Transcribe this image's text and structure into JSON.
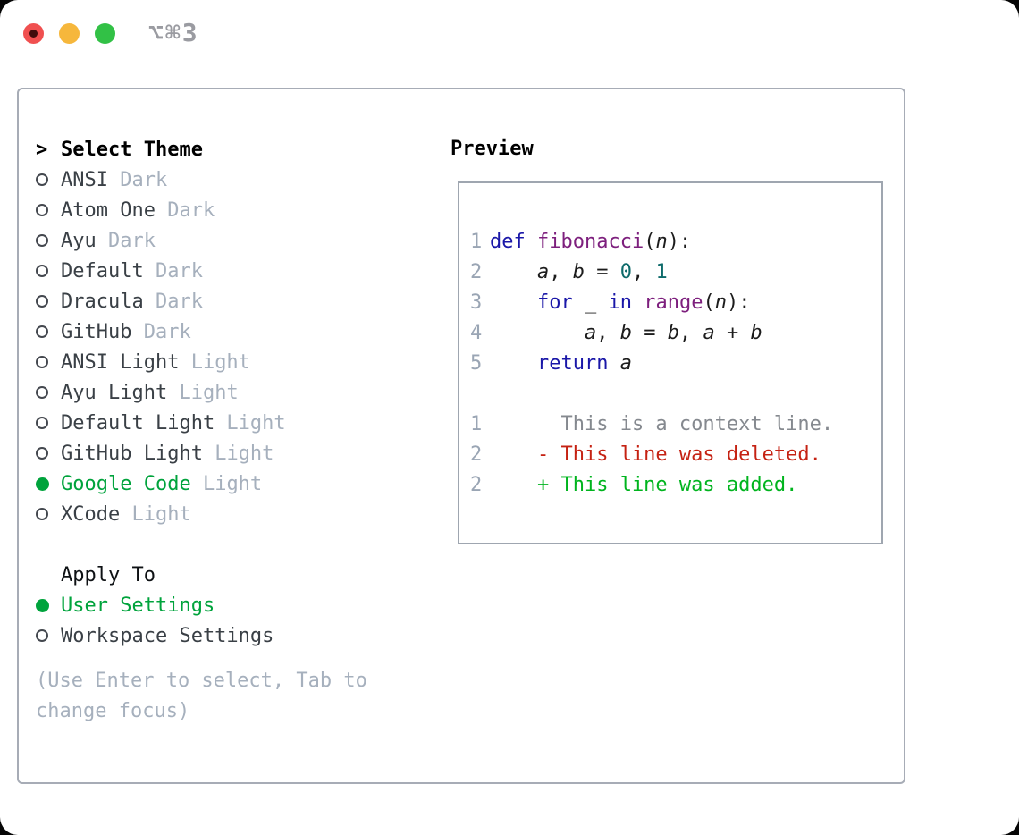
{
  "titlebar": {
    "shortcut": "⌥⌘3",
    "traffic_lights": [
      {
        "name": "close",
        "color": "#f05050",
        "dot": "#400d0d"
      },
      {
        "name": "minimize",
        "color": "#f6b73c"
      },
      {
        "name": "zoom",
        "color": "#32c146"
      }
    ]
  },
  "theme_panel": {
    "header": {
      "marker": ">",
      "label": "Select Theme"
    },
    "text_color": "#3a4046",
    "variant_color": "#a6b0bd",
    "accent_green": "#00a33c",
    "themes": [
      {
        "name": "ANSI",
        "variant": "Dark",
        "selected": false
      },
      {
        "name": "Atom One",
        "variant": "Dark",
        "selected": false
      },
      {
        "name": "Ayu",
        "variant": "Dark",
        "selected": false
      },
      {
        "name": "Default",
        "variant": "Dark",
        "selected": false
      },
      {
        "name": "Dracula",
        "variant": "Dark",
        "selected": false
      },
      {
        "name": "GitHub",
        "variant": "Dark",
        "selected": false
      },
      {
        "name": "ANSI Light",
        "variant": "Light",
        "selected": false
      },
      {
        "name": "Ayu Light",
        "variant": "Light",
        "selected": false
      },
      {
        "name": "Default Light",
        "variant": "Light",
        "selected": false
      },
      {
        "name": "GitHub Light",
        "variant": "Light",
        "selected": false
      },
      {
        "name": "Google Code",
        "variant": "Light",
        "selected": true
      },
      {
        "name": "XCode",
        "variant": "Light",
        "selected": false
      }
    ],
    "apply_to": {
      "label": "Apply To",
      "options": [
        {
          "label": "User Settings",
          "selected": true
        },
        {
          "label": "Workspace Settings",
          "selected": false
        }
      ]
    },
    "hint": "(Use Enter to select, Tab to change focus)"
  },
  "preview": {
    "label": "Preview",
    "syntax_colors": {
      "kw": "#1a17a8",
      "title": "#7d1f7d",
      "num": "#0e6b6b",
      "plain": "#1c1c1c",
      "var": "#1c1c1c",
      "ctx": "#85898f",
      "del": "#c52213",
      "add": "#00b41e",
      "gutter": "#9aa5b4"
    },
    "lines": [
      {
        "num": "1",
        "tokens": [
          [
            "def",
            "kw"
          ],
          [
            " ",
            "plain"
          ],
          [
            "fibonacci",
            "title"
          ],
          [
            "(",
            "plain"
          ],
          [
            "n",
            "var"
          ],
          [
            "):",
            "plain"
          ]
        ]
      },
      {
        "num": "2",
        "tokens": [
          [
            "    ",
            "plain"
          ],
          [
            "a",
            "var"
          ],
          [
            ", ",
            "plain"
          ],
          [
            "b",
            "var"
          ],
          [
            " = ",
            "plain"
          ],
          [
            "0",
            "num"
          ],
          [
            ", ",
            "plain"
          ],
          [
            "1",
            "num"
          ]
        ]
      },
      {
        "num": "3",
        "tokens": [
          [
            "    ",
            "plain"
          ],
          [
            "for",
            "kw"
          ],
          [
            " ",
            "plain"
          ],
          [
            "_",
            "var"
          ],
          [
            " ",
            "plain"
          ],
          [
            "in",
            "kw"
          ],
          [
            " ",
            "plain"
          ],
          [
            "range",
            "title"
          ],
          [
            "(",
            "plain"
          ],
          [
            "n",
            "var"
          ],
          [
            "):",
            "plain"
          ]
        ]
      },
      {
        "num": "4",
        "tokens": [
          [
            "        ",
            "plain"
          ],
          [
            "a",
            "var"
          ],
          [
            ", ",
            "plain"
          ],
          [
            "b",
            "var"
          ],
          [
            " = ",
            "plain"
          ],
          [
            "b",
            "var"
          ],
          [
            ", ",
            "plain"
          ],
          [
            "a",
            "var"
          ],
          [
            " + ",
            "plain"
          ],
          [
            "b",
            "var"
          ]
        ]
      },
      {
        "num": "5",
        "tokens": [
          [
            "    ",
            "plain"
          ],
          [
            "return",
            "kw"
          ],
          [
            " ",
            "plain"
          ],
          [
            "a",
            "var"
          ]
        ]
      },
      {
        "num": "",
        "tokens": []
      },
      {
        "num": "1",
        "tokens": [
          [
            "      This is a context line.",
            "ctx"
          ]
        ]
      },
      {
        "num": "2",
        "tokens": [
          [
            "    - This line was deleted.",
            "del"
          ]
        ]
      },
      {
        "num": "2",
        "tokens": [
          [
            "    + This line was added.",
            "add"
          ]
        ]
      }
    ]
  }
}
